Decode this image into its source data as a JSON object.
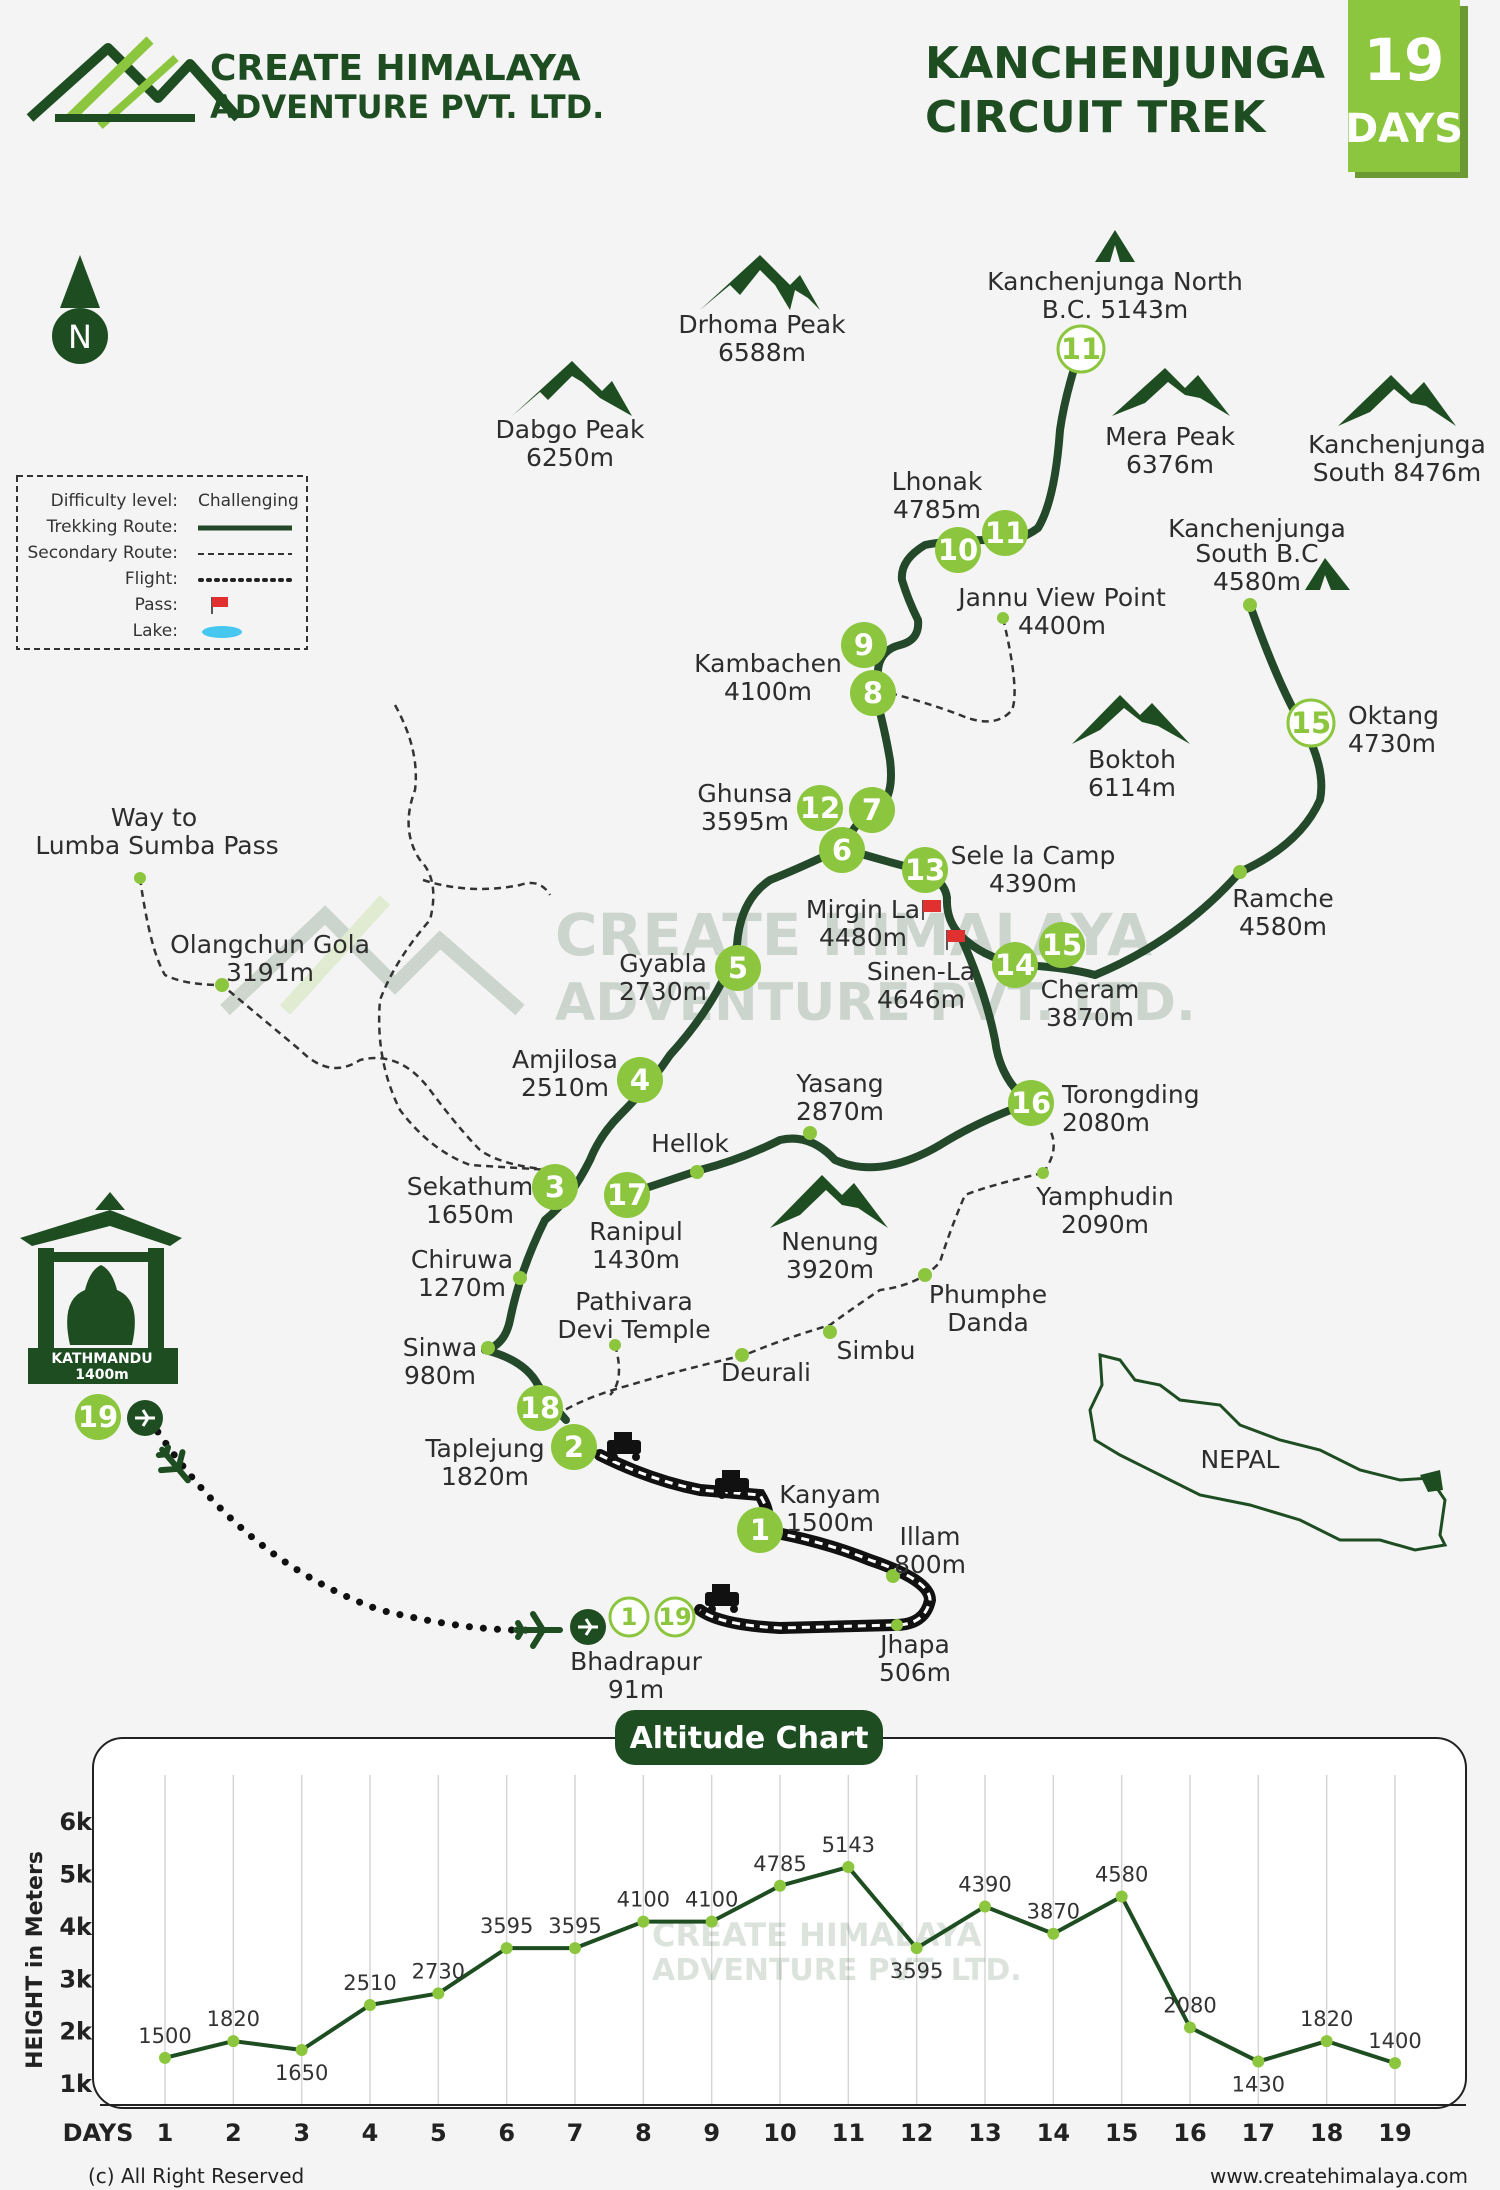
{
  "company": {
    "line1": "CREATE HIMALAYA",
    "line2": "ADVENTURE PVT. LTD."
  },
  "trek": {
    "title_line1": "KANCHENJUNGA",
    "title_line2": "CIRCUIT TREK",
    "days_num": "19",
    "days_label": "DAYS"
  },
  "compass": {
    "letter": "N"
  },
  "legend": {
    "difficulty_label": "Difficulty level:",
    "difficulty_value": "Challenging",
    "trekking": "Trekking Route:",
    "secondary": "Secondary Route:",
    "flight": "Flight:",
    "pass": "Pass:",
    "lake": "Lake:"
  },
  "peaks": {
    "drhoma": {
      "name": "Drhoma Peak",
      "alt": "6588m"
    },
    "dabgo": {
      "name": "Dabgo Peak",
      "alt": "6250m"
    },
    "mera": {
      "name": "Mera Peak",
      "alt": "6376m"
    },
    "kanch_south": {
      "name": "Kanchenjunga",
      "alt": "South 8476m"
    },
    "boktoh": {
      "name": "Boktoh",
      "alt": "6114m"
    },
    "nenung": {
      "name": "Nenung",
      "alt": "3920m"
    }
  },
  "places": {
    "knbc": {
      "l1": "Kanchenjunga North",
      "l2": "B.C. 5143m"
    },
    "lhonak": {
      "l1": "Lhonak",
      "l2": "4785m"
    },
    "jannu": {
      "l1": "Jannu View Point",
      "l2": "4400m"
    },
    "kambachen": {
      "l1": "Kambachen",
      "l2": "4100m"
    },
    "ksbc": {
      "l1": "Kanchenjunga",
      "l2": "South B.C",
      "l3": "4580m"
    },
    "oktang": {
      "l1": "Oktang",
      "l2": "4730m"
    },
    "ghunsa": {
      "l1": "Ghunsa",
      "l2": "3595m"
    },
    "selela": {
      "l1": "Sele la Camp",
      "l2": "4390m"
    },
    "mirgin": {
      "l1": "Mirgin La",
      "l2": "4480m"
    },
    "sinenla": {
      "l1": "Sinen-La",
      "l2": "4646m"
    },
    "ramche": {
      "l1": "Ramche",
      "l2": "4580m"
    },
    "cheram": {
      "l1": "Cheram",
      "l2": "3870m"
    },
    "lumba": {
      "l1": "Way to",
      "l2": "Lumba Sumba Pass"
    },
    "olangchun": {
      "l1": "Olangchun Gola",
      "l2": "3191m"
    },
    "gyabla": {
      "l1": "Gyabla",
      "l2": "2730m"
    },
    "amjilosa": {
      "l1": "Amjilosa",
      "l2": "2510m"
    },
    "yasang": {
      "l1": "Yasang",
      "l2": "2870m"
    },
    "torongding": {
      "l1": "Torongding",
      "l2": "2080m"
    },
    "hellok": {
      "l1": "Hellok"
    },
    "sekathum": {
      "l1": "Sekathum",
      "l2": "1650m"
    },
    "ranipul": {
      "l1": "Ranipul",
      "l2": "1430m"
    },
    "yamphudin": {
      "l1": "Yamphudin",
      "l2": "2090m"
    },
    "chiruwa": {
      "l1": "Chiruwa",
      "l2": "1270m"
    },
    "pathivara": {
      "l1": "Pathivara",
      "l2": "Devi Temple"
    },
    "phumphe": {
      "l1": "Phumphe",
      "l2": "Danda"
    },
    "sinwa": {
      "l1": "Sinwa",
      "l2": "980m"
    },
    "simbu": {
      "l1": "Simbu"
    },
    "deurali": {
      "l1": "Deurali"
    },
    "taplejung": {
      "l1": "Taplejung",
      "l2": "1820m"
    },
    "kanyam": {
      "l1": "Kanyam",
      "l2": "1500m"
    },
    "illam": {
      "l1": "Illam",
      "l2": "800m"
    },
    "jhapa": {
      "l1": "Jhapa",
      "l2": "506m"
    },
    "bhadrapur": {
      "l1": "Bhadrapur",
      "l2": "91m"
    },
    "kathmandu": {
      "l1": "KATHMANDU",
      "l2": "1400m"
    },
    "nepal": {
      "l1": "NEPAL"
    }
  },
  "watermark": {
    "l1": "CREATE HIMALAYA",
    "l2": "ADVENTURE PVT. LTD."
  },
  "day_markers": [
    "1",
    "2",
    "3",
    "4",
    "5",
    "6",
    "7",
    "8",
    "9",
    "10",
    "11",
    "12",
    "13",
    "14",
    "15",
    "16",
    "17",
    "18",
    "19"
  ],
  "chart_data": {
    "type": "line",
    "title": "Altitude Chart",
    "xlabel": "DAYS",
    "ylabel": "HEIGHT in Meters",
    "x": [
      1,
      2,
      3,
      4,
      5,
      6,
      7,
      8,
      9,
      10,
      11,
      12,
      13,
      14,
      15,
      16,
      17,
      18,
      19
    ],
    "values": [
      1500,
      1820,
      1650,
      2510,
      2730,
      3595,
      3595,
      4100,
      4100,
      4785,
      5143,
      3595,
      4390,
      3870,
      4580,
      2080,
      1430,
      1820,
      1400
    ],
    "ytick_labels": [
      "1k",
      "2k",
      "3k",
      "4k",
      "5k",
      "6k"
    ],
    "yticks": [
      1000,
      2000,
      3000,
      4000,
      5000,
      6000
    ],
    "ylim": [
      600,
      6900
    ],
    "colors": {
      "line": "#1f4d22",
      "points": "#8cc63f"
    }
  },
  "footer": {
    "copyright": "(c) All Right Reserved",
    "website": "www.createhimalaya.com"
  },
  "colors": {
    "dark_green": "#1f4d22",
    "light_green": "#8cc63f",
    "route": "#24482a"
  }
}
